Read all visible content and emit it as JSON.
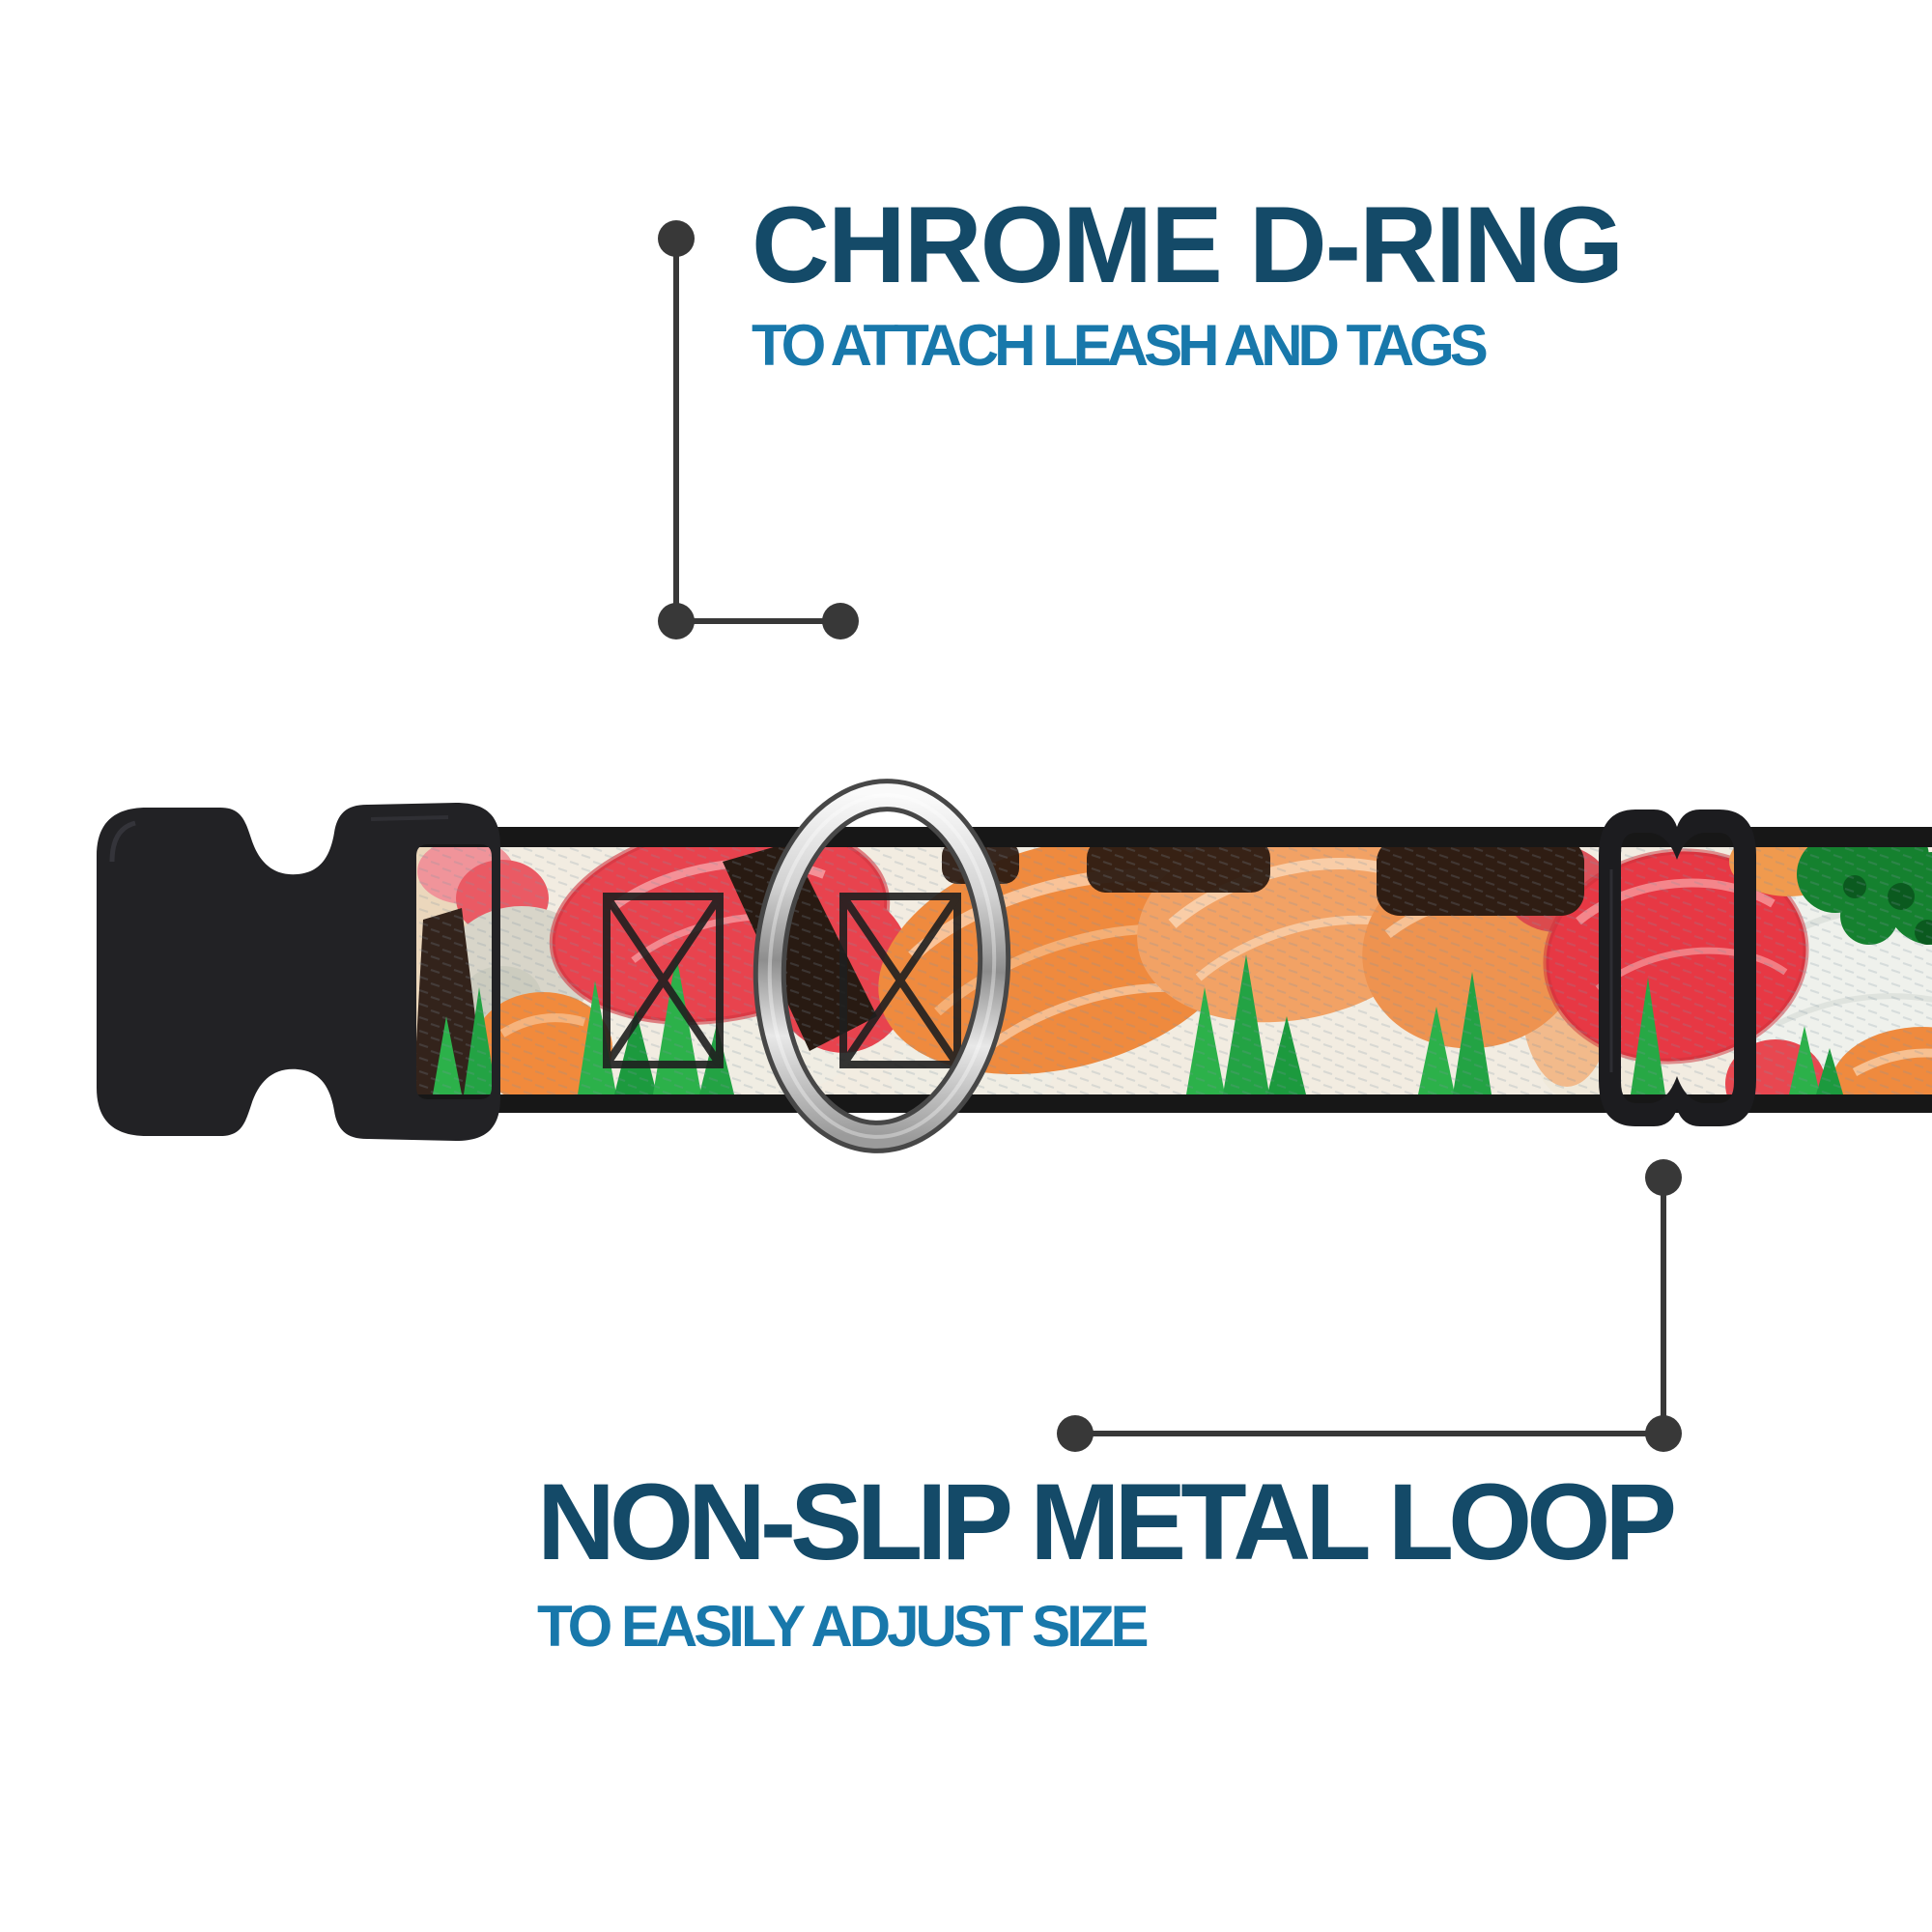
{
  "image_type": "product-feature-infographic",
  "background_color": "#ffffff",
  "callouts": {
    "top": {
      "title": "CHROME D-RING",
      "subtitle": "TO ATTACH LEASH AND TAGS",
      "title_color": "#144a68",
      "subtitle_color": "#1878ab",
      "pointer_color": "#383838",
      "points_to": "chrome-d-ring"
    },
    "bottom": {
      "title": "NON-SLIP METAL LOOP",
      "subtitle": "TO EASILY ADJUST SIZE",
      "title_color": "#144a68",
      "subtitle_color": "#1878ab",
      "pointer_color": "#383838",
      "points_to": "metal-slider-loop"
    }
  },
  "product": {
    "description": "Adjustable dog collar with sushi photo-print webbing",
    "parts": [
      {
        "name": "side-release-buckle",
        "color": "#222225"
      },
      {
        "name": "sushi-print-strap",
        "edge_color": "#171717"
      },
      {
        "name": "chrome-d-ring",
        "color": "#c9c9c9"
      },
      {
        "name": "metal-slider-loop",
        "color": "#1c1c1f"
      },
      {
        "name": "box-stitch",
        "color": "#1f1f1f"
      }
    ],
    "pattern_colors": {
      "rice_white": "#f2ece1",
      "tuna_red": "#e8434e",
      "salmon_orange": "#ef8a3e",
      "garnish_green": "#2cb14a",
      "nori_dark": "#281a12",
      "tan_beige": "#ebd7bc"
    }
  }
}
